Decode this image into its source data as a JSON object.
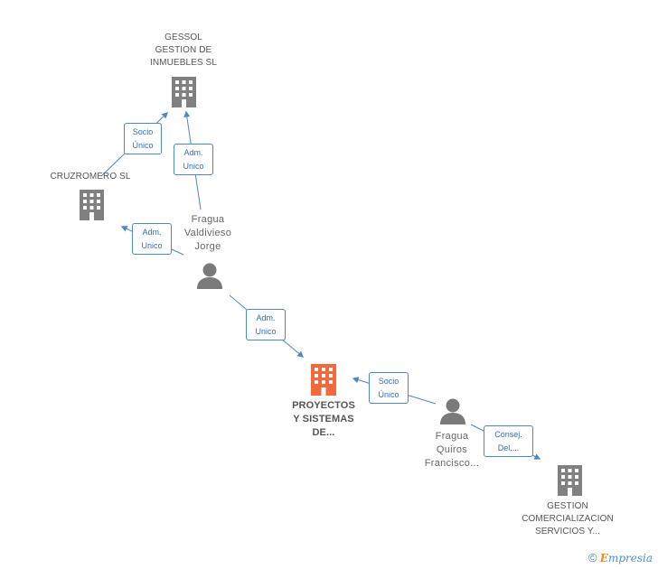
{
  "nodes": {
    "gessol": {
      "label_lines": [
        "GESSOL",
        "GESTION DE",
        "INMUEBLES SL"
      ]
    },
    "cruzromero": {
      "label_lines": [
        "CRUZROMERO SL"
      ]
    },
    "fragua_valdivieso": {
      "label_lines": [
        "Fragua",
        "Valdivieso",
        "Jorge"
      ]
    },
    "proyectos": {
      "label_lines": [
        "PROYECTOS",
        "Y SISTEMAS",
        "DE..."
      ]
    },
    "fragua_quiros": {
      "label_lines": [
        "Fragua",
        "Quiros",
        "Francisco..."
      ]
    },
    "gestion_comercializacion": {
      "label_lines": [
        "GESTION",
        "COMERCIALIZACION",
        "SERVICIOS Y..."
      ]
    }
  },
  "edges": {
    "cruz_to_gessol": {
      "lines": [
        "Socio",
        "Único"
      ]
    },
    "fvj_to_gessol": {
      "lines": [
        "Adm.",
        "Unico"
      ]
    },
    "fvj_to_cruz": {
      "lines": [
        "Adm.",
        "Unico"
      ]
    },
    "fvj_to_proyectos": {
      "lines": [
        "Adm.",
        "Unico"
      ]
    },
    "fqf_to_proyectos": {
      "lines": [
        "Socio",
        "Único"
      ]
    },
    "fqf_to_gestion": {
      "lines": [
        "Consej.",
        "Del...."
      ]
    }
  },
  "colors": {
    "company": "#808080",
    "focus_company": "#f26a3c",
    "person": "#7a7a7a",
    "edge": "#4f86c6"
  },
  "icons": {
    "company": "building-icon",
    "person": "person-icon"
  },
  "brand": {
    "symbol": "©",
    "initial": "E",
    "rest": "mpresia"
  }
}
